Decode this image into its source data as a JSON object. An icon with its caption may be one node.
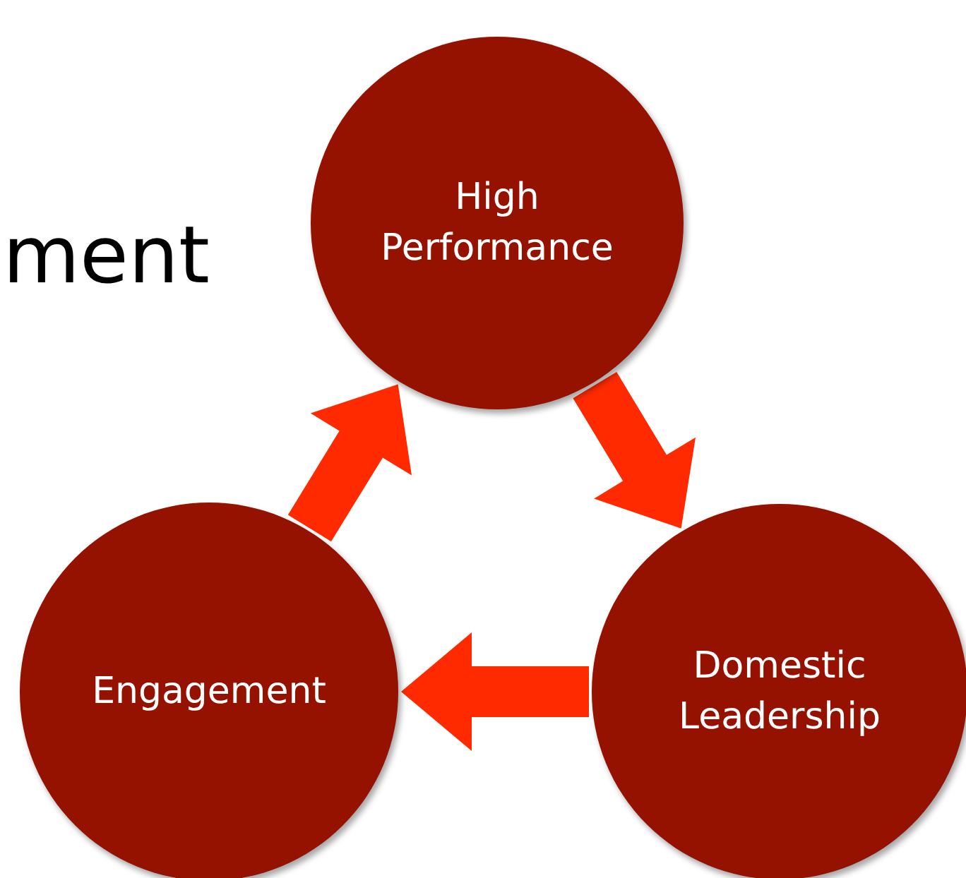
{
  "diagram": {
    "nodes": [
      {
        "text": [
          "High Performance"
        ]
      },
      {
        "text": [
          "Domestic Leadership"
        ]
      },
      {
        "text": [
          "Engagement"
        ]
      }
    ],
    "edges": [
      {
        "from": 2,
        "to": 0,
        "arrow": "to"
      },
      {
        "from": 0,
        "to": 1,
        "arrow": "to"
      },
      {
        "from": 1,
        "to": 2,
        "arrow": "to"
      }
    ],
    "labels": [
      "ment"
    ]
  }
}
